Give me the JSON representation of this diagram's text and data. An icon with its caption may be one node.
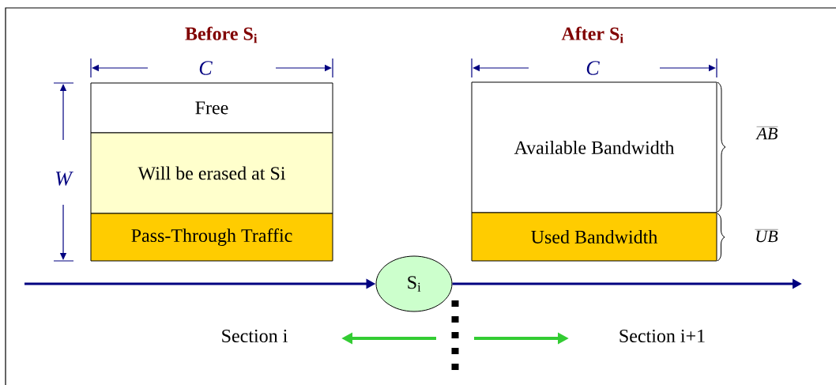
{
  "diagram": {
    "nodes": [
      {
        "text": [
          "Free"
        ]
      },
      {
        "text": [
          "Will be erased at Si"
        ]
      },
      {
        "text": [
          "Pass-Through Traffic"
        ]
      },
      {
        "text": [
          "Available Bandwidth"
        ]
      },
      {
        "text": [
          "Used Bandwidth"
        ]
      },
      {
        "text": [
          "S$_{i}$"
        ]
      }
    ],
    "edges": [
      {
        "from": null,
        "to": 5,
        "arrow": "to"
      },
      {
        "from": 5,
        "to": null,
        "arrow": "to"
      }
    ],
    "labels": [
      "Before S$_{i}$",
      "After S$_{i}$",
      "C",
      "C",
      "W",
      "AB",
      "UB",
      "Section i",
      "Section i+1"
    ]
  }
}
